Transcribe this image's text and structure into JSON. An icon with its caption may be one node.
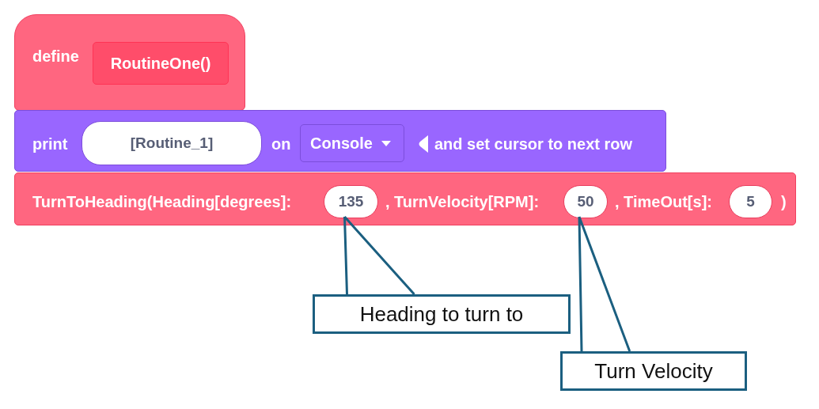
{
  "diagram": {
    "nodes": [
      {
        "text": [
          "define"
        ]
      },
      {
        "text": [
          "RoutineOne()"
        ],
        "in": 0
      },
      {
        "text": [
          "print",
          "on",
          "and set cursor to next row"
        ]
      },
      {
        "text": [
          "[Routine_1]"
        ],
        "in": 2
      },
      {
        "text": [
          "Console"
        ],
        "in": 2
      },
      {
        "text": [
          "TurnToHeading(Heading[degrees]:",
          ", TurnVelocity[RPM]:",
          ", TimeOut[s]:",
          ")"
        ]
      },
      {
        "text": [
          "135"
        ],
        "in": 5
      },
      {
        "text": [
          "50"
        ],
        "in": 5
      },
      {
        "text": [
          "5"
        ],
        "in": 5
      },
      {
        "text": [
          "Heading to turn to"
        ]
      },
      {
        "text": [
          "Turn Velocity"
        ]
      }
    ],
    "edges": [
      {
        "from": 9,
        "to": 6,
        "arrow": "none"
      },
      {
        "from": 10,
        "to": 7,
        "arrow": "none"
      }
    ]
  }
}
